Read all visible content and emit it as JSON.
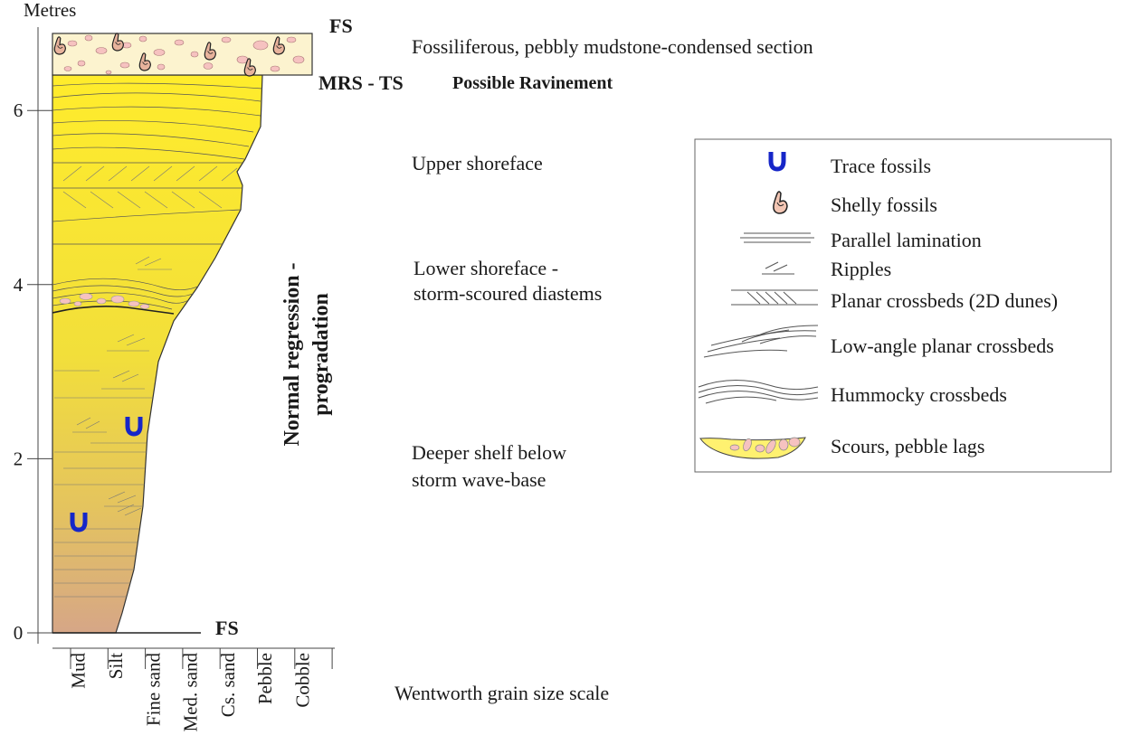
{
  "axis": {
    "unit_label": "Metres",
    "ticks": [
      {
        "value": 0,
        "label": "0"
      },
      {
        "value": 2,
        "label": "2"
      },
      {
        "value": 4,
        "label": "4"
      },
      {
        "value": 6,
        "label": "6"
      }
    ]
  },
  "grain_scale": {
    "categories": [
      "Mud",
      "Silt",
      "Fine sand",
      "Med. sand",
      "Cs. sand",
      "Pebble",
      "Cobble"
    ],
    "caption": "Wentworth grain size scale"
  },
  "surfaces": {
    "top": "FS",
    "mrs_ts": "MRS - TS",
    "ravinement": "Possible Ravinement",
    "base": "FS"
  },
  "interpretations": [
    {
      "id": "condensed",
      "lines": [
        "Fossiliferous, pebbly mudstone-condensed section"
      ]
    },
    {
      "id": "upper-shoreface",
      "lines": [
        "Upper shoreface"
      ]
    },
    {
      "id": "lower-shoreface",
      "lines": [
        "Lower shoreface -",
        "storm-scoured diastems"
      ]
    },
    {
      "id": "deeper-shelf",
      "lines": [
        "Deeper shelf below",
        "storm wave-base"
      ]
    }
  ],
  "trend_label": [
    "Normal regression -",
    "progradation"
  ],
  "legend": [
    {
      "icon": "trace-fossil-icon",
      "label": "Trace fossils"
    },
    {
      "icon": "shelly-fossil-icon",
      "label": "Shelly fossils"
    },
    {
      "icon": "parallel-lamination-icon",
      "label": "Parallel lamination"
    },
    {
      "icon": "ripples-icon",
      "label": "Ripples"
    },
    {
      "icon": "planar-crossbeds-icon",
      "label": "Planar crossbeds (2D dunes)"
    },
    {
      "icon": "low-angle-crossbeds-icon",
      "label": "Low-angle planar crossbeds"
    },
    {
      "icon": "hummocky-crossbeds-icon",
      "label": "Hummocky crossbeds"
    },
    {
      "icon": "scours-pebble-lags-icon",
      "label": "Scours, pebble lags"
    }
  ],
  "colors": {
    "sand_bright": "#ffef2e",
    "sand_base": "#d9ab82",
    "mudstone_cap": "#fcf3cf",
    "pebble": "#f6c2c0",
    "trace_fossil": "#1626c8",
    "shell": "#e8b39c"
  }
}
